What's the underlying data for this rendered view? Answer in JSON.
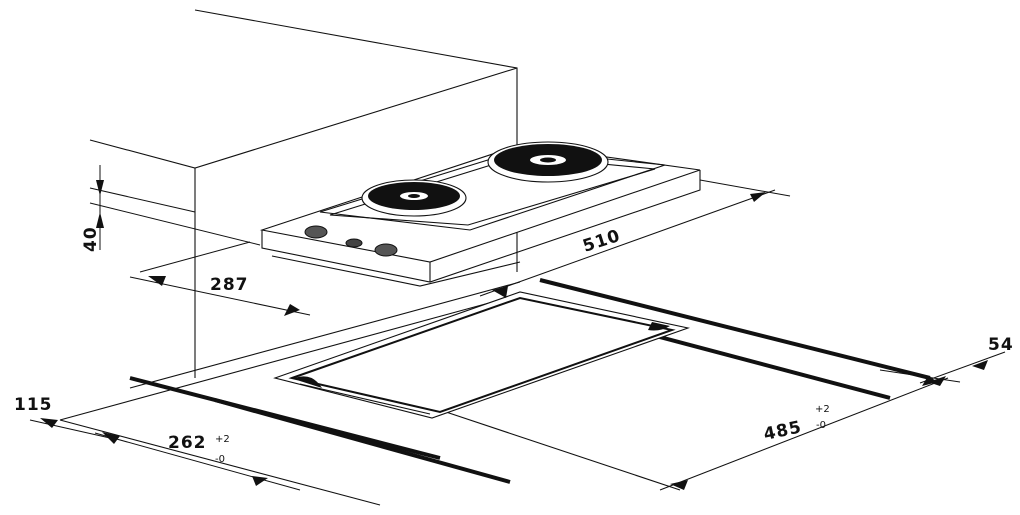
{
  "dimensions": {
    "height_40": {
      "value": "40"
    },
    "depth_287": {
      "value": "287"
    },
    "width_510": {
      "value": "510"
    },
    "margin_54": {
      "value": "54"
    },
    "margin_115": {
      "value": "115"
    },
    "cutout_262": {
      "value": "262",
      "tol_plus": "+2",
      "tol_minus": "-0"
    },
    "cutout_485": {
      "value": "485",
      "tol_plus": "+2",
      "tol_minus": "-0"
    }
  },
  "colors": {
    "ink": "#111111",
    "background": "#ffffff"
  }
}
